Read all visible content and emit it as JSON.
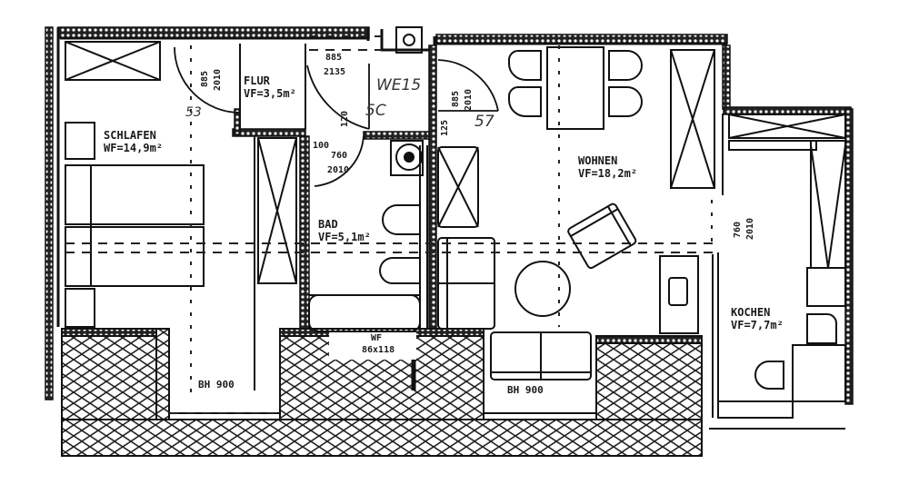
{
  "plan": {
    "unit_label": "WE15",
    "handwritten_notes": [
      "5C",
      "57",
      "53"
    ],
    "rooms": [
      {
        "name": "SCHLAFEN",
        "area": "WF=14,9m²"
      },
      {
        "name": "FLUR",
        "area": "VF=3,5m²"
      },
      {
        "name": "BAD",
        "area": "VF=5,1m²"
      },
      {
        "name": "WOHNEN",
        "area": "VF=18,2m²"
      },
      {
        "name": "KOCHEN",
        "area": "VF=7,7m²"
      }
    ],
    "doors": [
      {
        "id": "flur-schlafen",
        "width": "885",
        "height": "2010"
      },
      {
        "id": "entrance",
        "width": "885",
        "height": "2135"
      },
      {
        "id": "flur-wohnen",
        "width": "885",
        "height": "2010"
      },
      {
        "id": "bad",
        "width": "760",
        "height": "2010"
      },
      {
        "id": "kochen",
        "width": "760",
        "height": "2010"
      }
    ],
    "small_dims": [
      "120",
      "125",
      "100"
    ],
    "window_labels": [
      {
        "room": "SCHLAFEN",
        "text": "BH 900"
      },
      {
        "room": "WOHNEN",
        "text": "BH 900"
      }
    ],
    "bad_window": {
      "type": "WF",
      "size": "86x118"
    }
  }
}
